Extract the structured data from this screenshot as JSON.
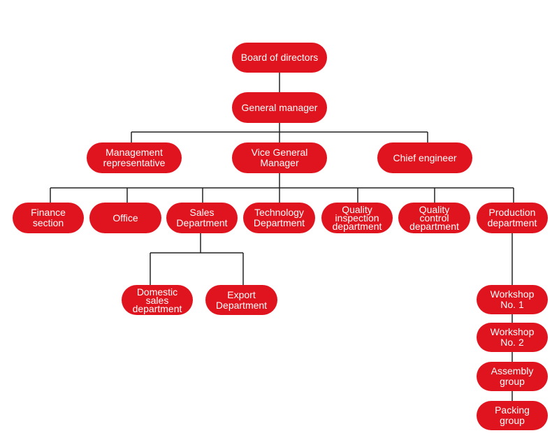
{
  "org_chart": {
    "board": "Board of directors",
    "general_manager": "General manager",
    "management_rep": "Management\nrepresentative",
    "vice_gm": "Vice General\nManager",
    "chief_engineer": "Chief engineer",
    "finance": "Finance\nsection",
    "office": "Office",
    "sales": "Sales\nDepartment",
    "technology": "Technology\nDepartment",
    "quality_inspection": "Quality\ninspection\ndepartment",
    "quality_control": "Quality\ncontrol\ndepartment",
    "production": "Production\ndepartment",
    "domestic_sales": "Domestic\nsales\ndepartment",
    "export": "Export\nDepartment",
    "workshop1": "Workshop\nNo. 1",
    "workshop2": "Workshop\nNo. 2",
    "assembly": "Assembly\ngroup",
    "packing": "Packing\ngroup"
  },
  "colors": {
    "node": "#e0141e",
    "line": "#222222",
    "text": "#ffffff"
  }
}
